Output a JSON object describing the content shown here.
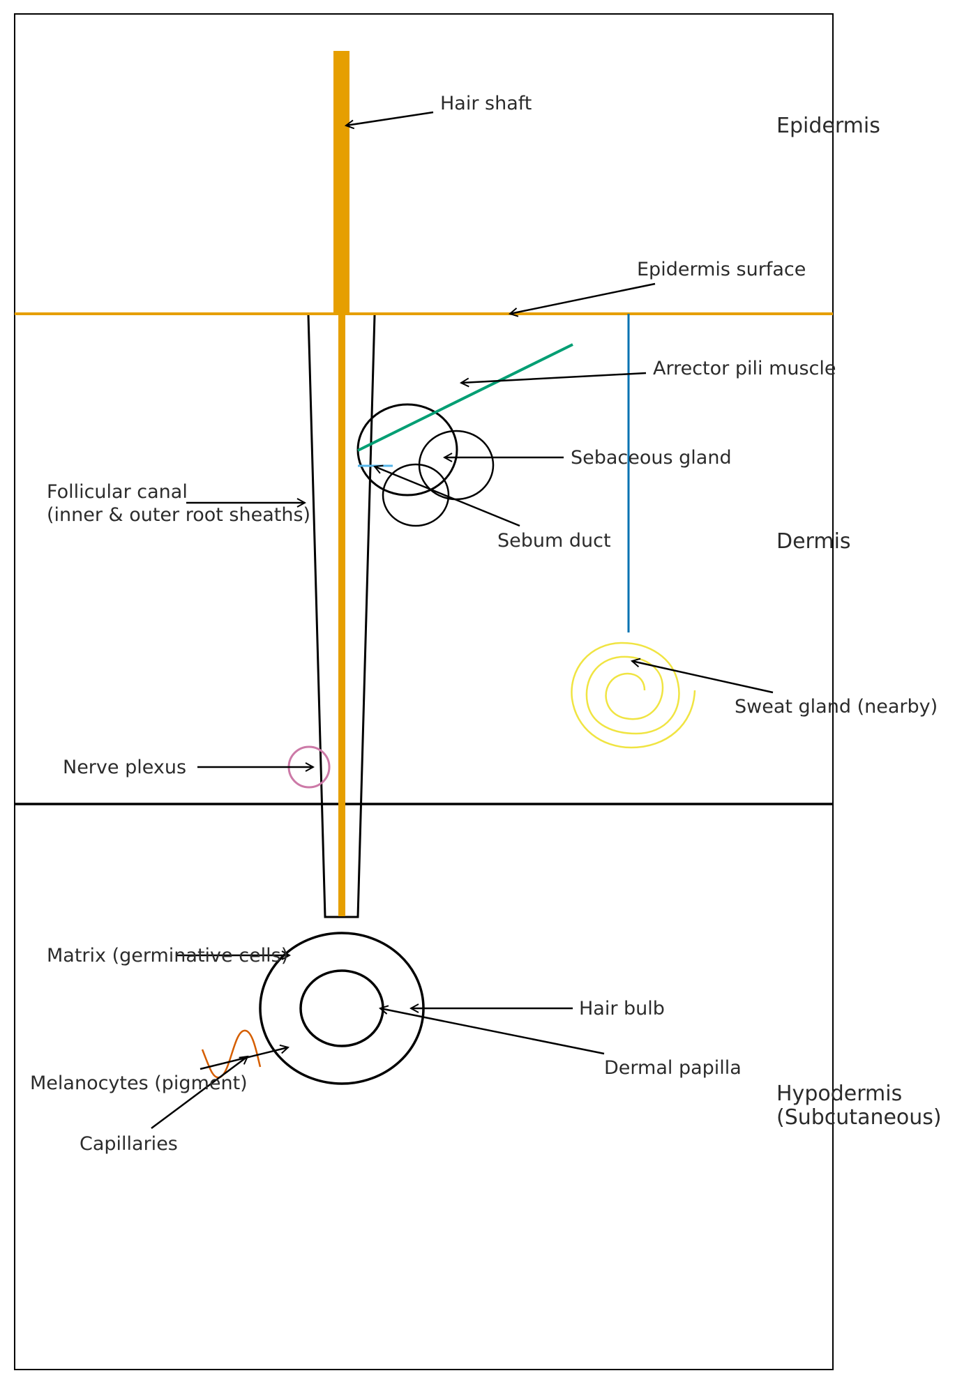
{
  "layers": {
    "epidermis": "Epidermis",
    "dermis": "Dermis",
    "hypodermis_line1": "Hypodermis",
    "hypodermis_line2": "(Subcutaneous)"
  },
  "labels": {
    "hair_shaft": "Hair shaft",
    "epidermis_surface": "Epidermis surface",
    "arrector_pili": "Arrector pili muscle",
    "sebaceous_gland": "Sebaceous gland",
    "sebum_duct": "Sebum duct",
    "follicular_canal_line1": "Follicular canal",
    "follicular_canal_line2": "(inner & outer root sheaths)",
    "sweat_gland": "Sweat gland (nearby)",
    "nerve_plexus": "Nerve plexus",
    "matrix": "Matrix (germinative cells)",
    "hair_bulb": "Hair bulb",
    "dermal_papilla": "Dermal papilla",
    "melanocytes": "Melanocytes (pigment)",
    "capillaries": "Capillaries"
  },
  "colors": {
    "hair": "#E69F00",
    "muscle": "#009E73",
    "sweat_duct": "#0072B2",
    "sweat_coil": "#F0E442",
    "nerve": "#CC79A7",
    "melanocyte": "#D55E00",
    "sebum_duct": "#56B4E9",
    "outline": "#000000",
    "text": "#2b2b2b"
  }
}
